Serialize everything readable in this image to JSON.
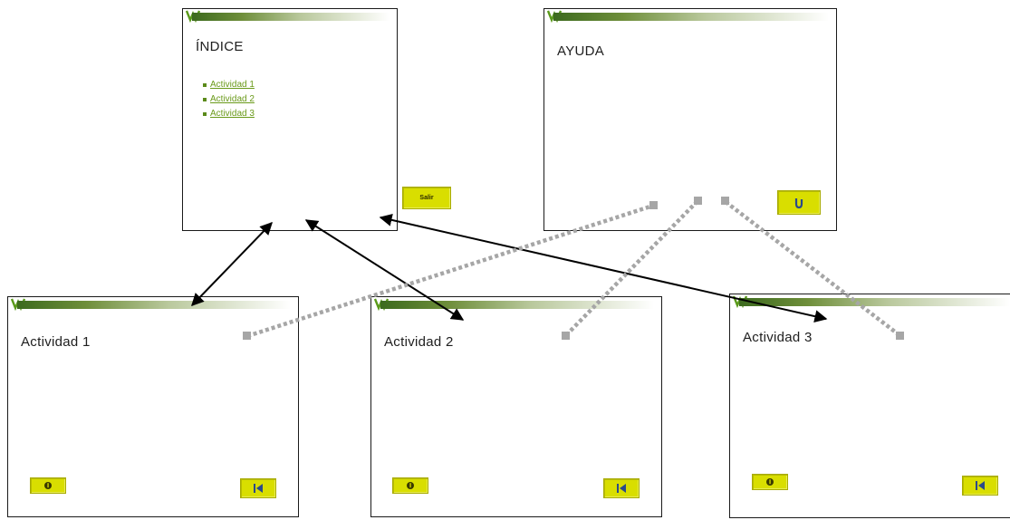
{
  "index": {
    "title": "ÍNDICE",
    "links": [
      "Actividad 1",
      "Actividad 2",
      "Actividad 3"
    ],
    "exit_label": "Salir"
  },
  "help": {
    "title": "AYUDA",
    "back_icon": "return-u-icon"
  },
  "activities": [
    {
      "title": "Actividad 1"
    },
    {
      "title": "Actividad 2"
    },
    {
      "title": "Actividad 3"
    }
  ],
  "icons": {
    "help": "info-icon",
    "previous": "skip-back-icon"
  },
  "colors": {
    "button": "#d9de00",
    "link": "#6a9a1a",
    "banner_dark": "#3c6a1e",
    "dashed_connector": "#a6a6a6",
    "solid_connector": "#000000"
  }
}
